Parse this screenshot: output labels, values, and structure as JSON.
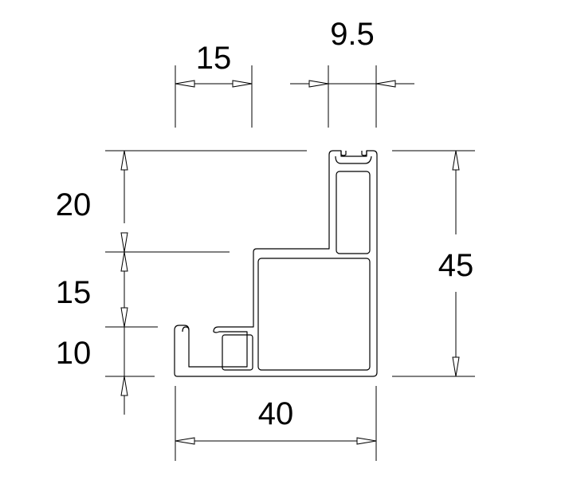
{
  "drawing": {
    "dimensions": {
      "top_left_width": "15",
      "top_right_width": "9.5",
      "left_top_height": "20",
      "left_middle_height": "15",
      "left_bottom_height": "10",
      "right_total_height": "45",
      "bottom_total_width": "40"
    },
    "colors": {
      "line": "#000000",
      "background": "#ffffff"
    }
  }
}
